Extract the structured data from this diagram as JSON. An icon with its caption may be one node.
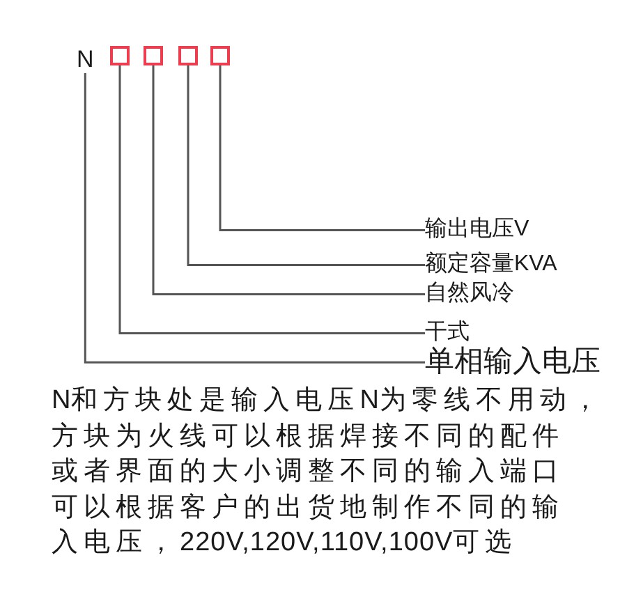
{
  "diagram": {
    "nodes": [
      {
        "text": [
          "N"
        ]
      },
      {
        "text": [],
        "shape": "box"
      },
      {
        "text": [],
        "shape": "box"
      },
      {
        "text": [],
        "shape": "box"
      },
      {
        "text": [],
        "shape": "box"
      },
      {
        "text": [
          "输出电压V"
        ]
      },
      {
        "text": [
          "额定容量KVA"
        ]
      },
      {
        "text": [
          "自然风冷"
        ]
      },
      {
        "text": [
          "干式"
        ]
      },
      {
        "text": [
          "单相输入电压"
        ]
      }
    ],
    "edges": [
      {
        "from": 5,
        "to": 4,
        "arrow": "none"
      },
      {
        "from": 6,
        "to": 3,
        "arrow": "none"
      },
      {
        "from": 7,
        "to": 2,
        "arrow": "none"
      },
      {
        "from": 8,
        "to": 1,
        "arrow": "none"
      },
      {
        "from": 9,
        "to": 0,
        "arrow": "none"
      }
    ],
    "labels": [
      "N和方块处是输入电压N为零线不用动，方块为火线可以根据焊接不同的配件或者界面的大小调整不同的输入端口可以根据客户的出货地制作不同的输入电压，220V,120V,110V,100V可选"
    ]
  }
}
